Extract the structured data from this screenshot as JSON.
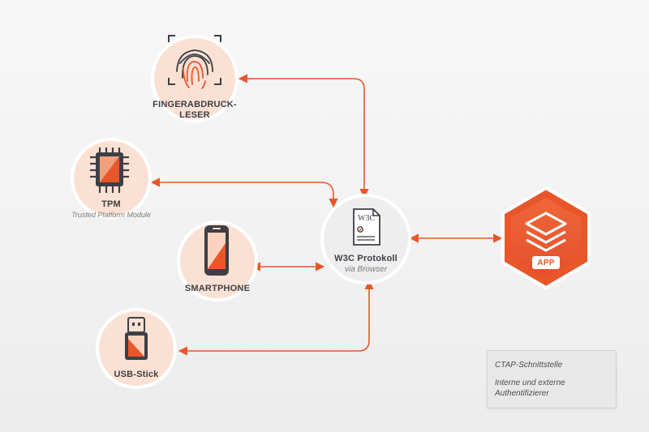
{
  "colors": {
    "accent": "#e8562a",
    "node_fill": "#fbe1d3",
    "hub_fill": "#eeeeee",
    "text_dark": "#3d3f45",
    "text_muted": "#7b7d82"
  },
  "nodes": {
    "fingerprint": {
      "label_line1": "FINGERABDRUCK-",
      "label_line2": "LESER",
      "icon": "fingerprint-icon"
    },
    "tpm": {
      "label": "TPM",
      "sublabel": "Trusted Platform Module",
      "icon": "chip-icon"
    },
    "smartphone": {
      "label": "SMARTPHONE",
      "icon": "smartphone-icon"
    },
    "usb": {
      "label": "USB-Stick",
      "icon": "usb-stick-icon"
    }
  },
  "hub": {
    "label": "W3C Protokoll",
    "sublabel": "via Browser",
    "doc_mark": "W3C",
    "icon": "document-icon"
  },
  "app": {
    "badge": "APP",
    "icon": "layers-icon"
  },
  "legend": {
    "interface_label": "CTAP-Schnittstelle",
    "authenticators_line1": "Interne und externe",
    "authenticators_line2": "Authentifizierer"
  }
}
